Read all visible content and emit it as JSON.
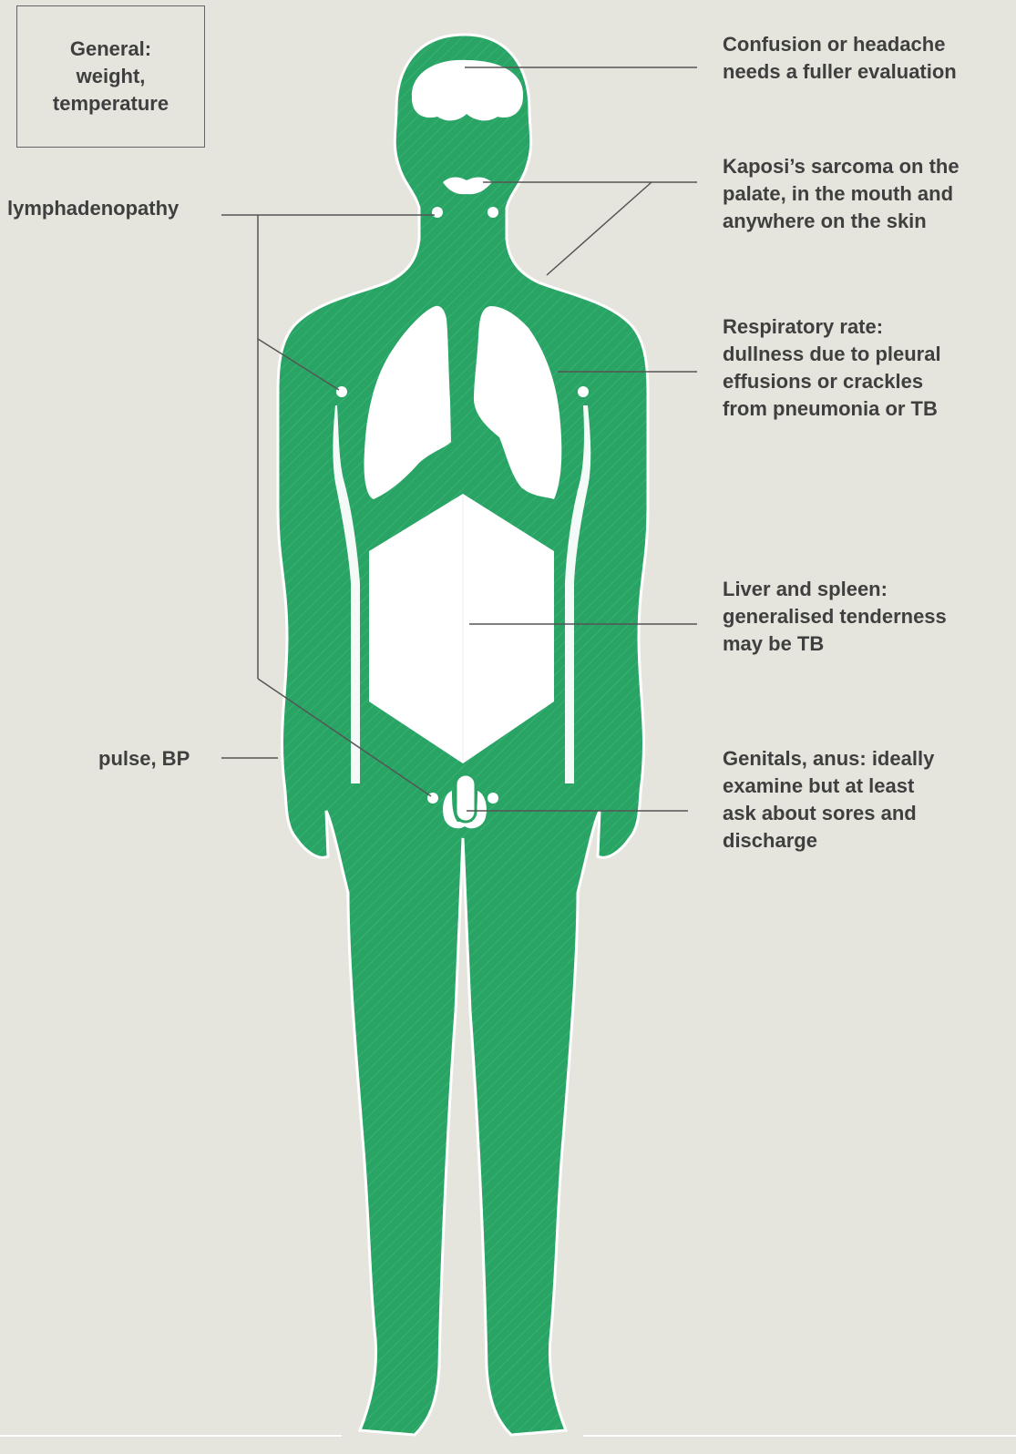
{
  "labels": {
    "general": "General:\nweight,\ntemperature",
    "lymph": "lymphadenopathy",
    "pulse": "pulse, BP",
    "head": "Confusion or headache\nneeds a fuller evaluation",
    "kaposi": "Kaposi’s sarcoma on the\npalate, in the mouth and\nanywhere on the skin",
    "respiratory": "Respiratory rate:\ndullness due to pleural\neffusions or crackles\nfrom pneumonia or TB",
    "liver": "Liver and spleen:\ngeneralised tenderness\nmay be TB",
    "genitals": "Genitals, anus: ideally\nexamine but at least\nask about sores and\ndischarge"
  },
  "colors": {
    "body": "#29a465",
    "organs": "#ffffff",
    "text": "#3f3f3f",
    "lines": "#555555",
    "background": "#e6e5dd"
  }
}
